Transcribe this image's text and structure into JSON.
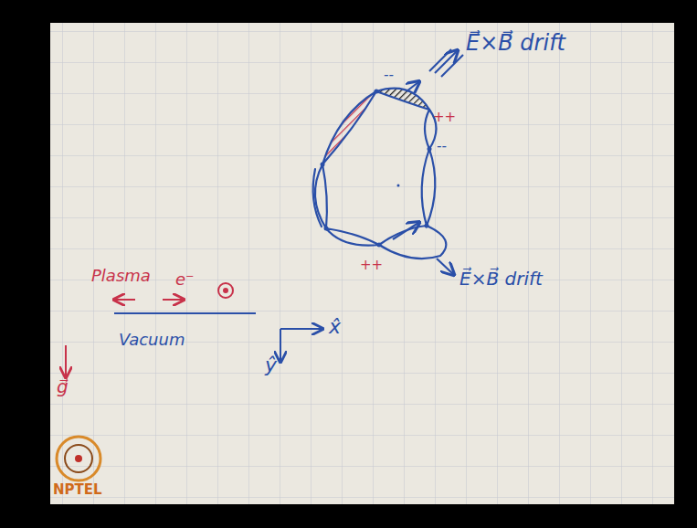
{
  "diagram": {
    "labels": [
      "E⃗×B⃗ drift",
      "--",
      "++",
      "--",
      "++",
      "E⃗×B⃗ drift",
      "Plasma",
      "e⁻",
      "g⃗",
      "Vacuum",
      "x̂",
      "ŷ",
      "NPTEL"
    ]
  }
}
